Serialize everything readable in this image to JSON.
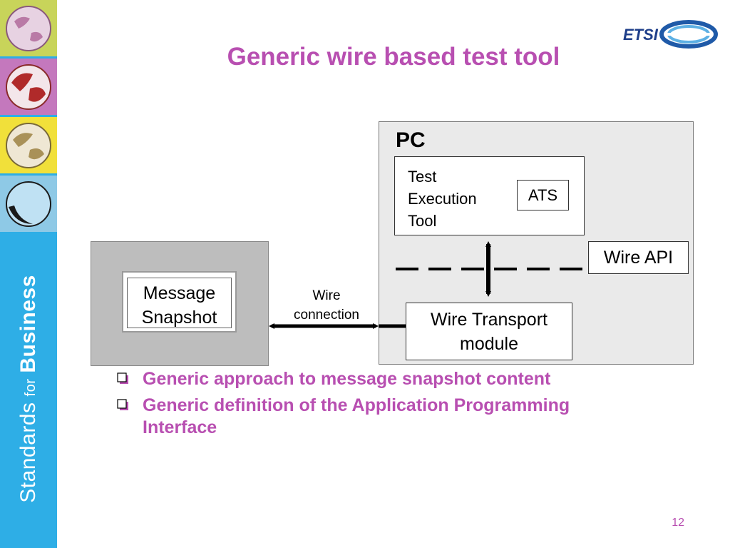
{
  "slide": {
    "title": "Generic wire based test tool",
    "page_number": "12"
  },
  "sidebar": {
    "tagline_part1": "Standards",
    "tagline_part2": "for",
    "tagline_part3": "Business"
  },
  "logo": {
    "text": "ETSI",
    "icon": "etsi-logo"
  },
  "diagram": {
    "pc_label": "PC",
    "test_tool_lines": [
      "Test",
      "Execution",
      "Tool"
    ],
    "ats_label": "ATS",
    "wire_api_label": "Wire API",
    "wire_transport_lines": [
      "Wire Transport",
      "module"
    ],
    "message_snapshot_lines": [
      "Message",
      "Snapshot"
    ],
    "wire_connection_lines": [
      "Wire",
      "connection"
    ]
  },
  "bullets": [
    {
      "text": "Generic approach to message snapshot content",
      "icon": "checkbox-bullet-icon"
    },
    {
      "text": "Generic definition of the Application Programming Interface",
      "icon": "checkbox-bullet-icon"
    }
  ],
  "colors": {
    "accent": "#b84fb1",
    "sidebar": "#2eaee6",
    "tile1": "#c8d45a",
    "tile2": "#c478bd",
    "tile3": "#f1e03a",
    "tile4": "#8ec9e6"
  }
}
